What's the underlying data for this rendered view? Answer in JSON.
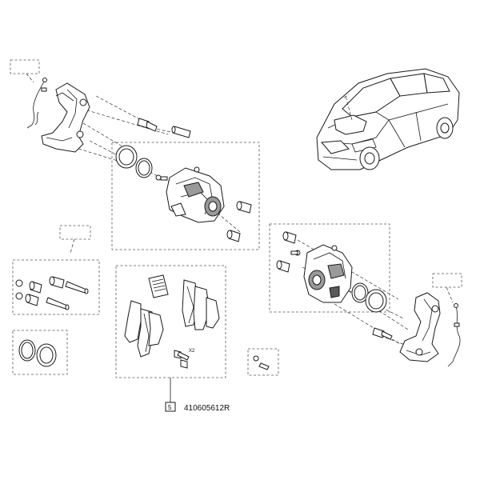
{
  "diagram": {
    "part_number": "410605612R",
    "callout_number": "5",
    "quantity_marker": "X2"
  }
}
